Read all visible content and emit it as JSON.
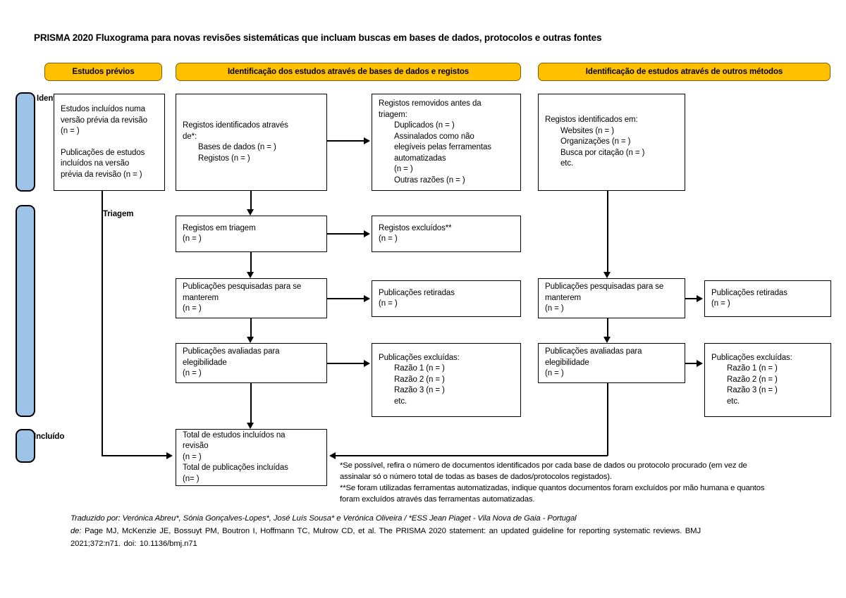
{
  "page": {
    "title": "PRISMA 2020 Fluxograma para novas revisões sistemáticas que incluam buscas em bases de dados, protocolos e outras fontes",
    "colors": {
      "header_fill": "#ffc000",
      "header_border": "#7f6000",
      "stage_tab_fill": "#9dc3e6",
      "box_border": "#000000",
      "background": "#ffffff"
    }
  },
  "headers": {
    "previous": "Estudos prévios",
    "databases": "Identificação dos estudos através de bases de dados e registos",
    "other_methods": "Identificação de estudos através de outros métodos"
  },
  "stages": {
    "identification": "Identificação",
    "screening": "Triagem",
    "included": "Incluído"
  },
  "boxes": {
    "previous_studies": {
      "lines": [
        "Estudos incluídos numa",
        "versão prévia da revisão",
        "(n = )",
        "",
        "Publicações de estudos",
        "incluídos na versão",
        "prévia da revisão (n = )"
      ]
    },
    "records_identified": {
      "lines": [
        "Registos identificados através",
        "de*:"
      ],
      "sub_lines": [
        "Bases de dados (n = )",
        "Registos (n = )"
      ]
    },
    "records_removed": {
      "lines": [
        "Registos removidos antes da",
        "triagem:"
      ],
      "sub_lines": [
        "Duplicados (n = )",
        "Assinalados como não",
        "elegíveis pelas ferramentas",
        "automatizadas",
        "(n = )",
        "Outras razões (n = )"
      ]
    },
    "records_screened": {
      "lines": [
        "Registos em triagem",
        "(n = )"
      ]
    },
    "records_excluded": {
      "lines": [
        "Registos excluídos**",
        "(n = )"
      ]
    },
    "reports_sought": {
      "lines": [
        "Publicações pesquisadas para se",
        "manterem",
        "(n = )"
      ]
    },
    "reports_not_retrieved": {
      "lines": [
        "Publicações retiradas",
        "(n = )"
      ]
    },
    "reports_assessed": {
      "lines": [
        "Publicações avaliadas para",
        "elegibilidade",
        "(n = )"
      ]
    },
    "reports_excluded": {
      "lines": [
        "Publicações excluídas:"
      ],
      "sub_lines": [
        "Razão 1 (n = )",
        "Razão 2 (n = )",
        "Razão 3 (n = )",
        "etc."
      ]
    },
    "other_identified": {
      "lines": [
        "Registos identificados em:"
      ],
      "sub_lines": [
        "Websites (n = )",
        "Organizações (n = )",
        "Busca por citação (n = )",
        "etc."
      ]
    },
    "other_reports_sought": {
      "lines": [
        "Publicações pesquisadas para se",
        "manterem",
        "(n = )"
      ]
    },
    "other_reports_not_retrieved": {
      "lines": [
        "Publicações retiradas",
        "(n = )"
      ]
    },
    "other_reports_assessed": {
      "lines": [
        "Publicações avaliadas para",
        "elegibilidade",
        "(n = )"
      ]
    },
    "other_reports_excluded": {
      "lines": [
        "Publicações excluídas:"
      ],
      "sub_lines": [
        "Razão 1 (n = )",
        "Razão 2 (n = )",
        "Razão 3 (n = )",
        "etc."
      ]
    },
    "total_included": {
      "lines": [
        "Total de estudos incluídos na",
        "revisão",
        "(n = )",
        "Total de publicações incluídas",
        "(n= )"
      ]
    }
  },
  "footnotes": {
    "line1": "*Se possível, refira o número de documentos identificados por cada base de dados ou protocolo procurado (em vez de",
    "line2": "assinalar só o número total de todas as bases de dados/protocolos registados).",
    "line3": "**Se foram utilizadas ferramentas automatizadas, indique quantos documentos foram excluídos por mão humana e quantos",
    "line4": "foram excluídos através das ferramentas automatizadas."
  },
  "credits": {
    "line1": "Traduzido por: Verónica Abreu*, Sónia Gonçalves-Lopes*, José Luís Sousa* e Verónica Oliveira /  *ESS Jean Piaget - Vila Nova de Gaia - Portugal",
    "line2_prefix": "de:",
    "line2": "Page MJ, McKenzie JE, Bossuyt PM, Boutron I, Hoffmann TC, Mulrow CD, et al. The PRISMA 2020 statement: an updated guideline for reporting systematic reviews. BMJ",
    "line3": "2021;372:n71. doi: 10.1136/bmj.n71"
  }
}
